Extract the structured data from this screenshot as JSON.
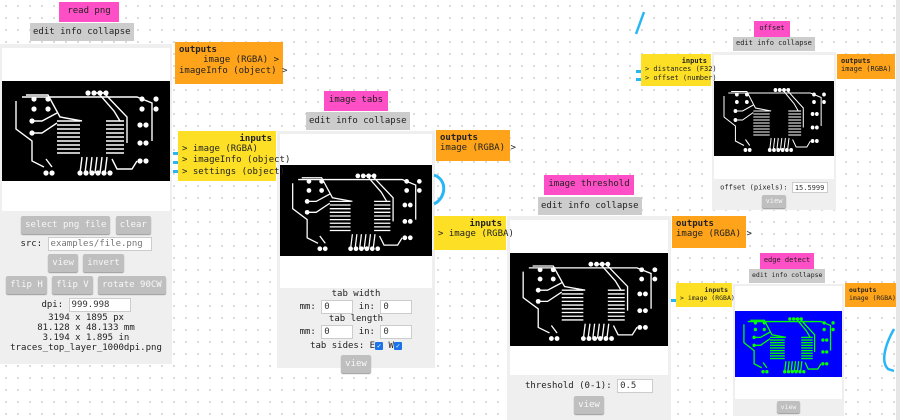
{
  "common": {
    "edit": "edit",
    "info": "info",
    "collapse": "collapse",
    "inputs_header": "inputs",
    "outputs_header": "outputs",
    "view": "view"
  },
  "modules": {
    "read_png": {
      "title": "read png",
      "outputs": [
        "image (RGBA) >",
        "imageInfo (object) >"
      ],
      "select_button": "select png file",
      "clear_button": "clear",
      "src_label": "src:",
      "src_placeholder": "examples/file.png",
      "view_button": "view",
      "invert_button": "invert",
      "flip_h_button": "flip H",
      "flip_v_button": "flip V",
      "rotate_button": "rotate 90CW",
      "dpi_label": "dpi:",
      "dpi_value": "999.998",
      "px_size": "3194 x 1895 px",
      "mm_size": "81.128 x 48.133 mm",
      "in_size": "3.194 x 1.895 in",
      "filename": "traces_top_layer_1000dpi.png"
    },
    "image_tabs": {
      "title": "image tabs",
      "inputs": [
        "> image (RGBA)",
        "> imageInfo (object)",
        "> settings (object)"
      ],
      "outputs": [
        "image (RGBA) >"
      ],
      "tab_width_label": "tab width",
      "tab_length_label": "tab length",
      "mm_label": "mm:",
      "in_label": "in:",
      "width_mm": "0",
      "width_in": "0",
      "length_mm": "0",
      "length_in": "0",
      "tab_sides_label": "tab sides:",
      "side_e": "E",
      "side_w": "W",
      "view_button": "view"
    },
    "image_threshold": {
      "title": "image threshold",
      "inputs": [
        "> image (RGBA)"
      ],
      "outputs": [
        "image (RGBA) >"
      ],
      "threshold_label": "threshold (0-1):",
      "threshold_value": "0.5",
      "view_button": "view"
    },
    "offset": {
      "title": "offset",
      "inputs": [
        "> distances (F32)",
        "> offset (number)"
      ],
      "outputs": [
        "image (RGBA) >"
      ],
      "offset_label": "offset (pixels):",
      "offset_value": "15.5999",
      "view_button": "view"
    },
    "edge_detect": {
      "title": "edge detect",
      "inputs": [
        "> image (RGBA)"
      ],
      "outputs": [
        "image (RGBA) >"
      ],
      "view_button": "view"
    }
  },
  "colors": {
    "title_bg": "#ff4fc6",
    "inputs_bg": "#fde026",
    "outputs_bg": "#ffa31a",
    "wire": "#29b6f6",
    "edge_bg": "#0000ff",
    "edge_trace": "#00ff00"
  }
}
